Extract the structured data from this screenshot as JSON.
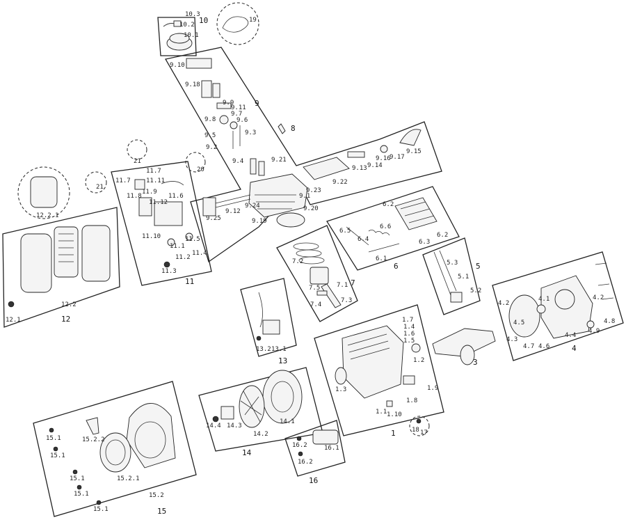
{
  "groups": [
    {
      "id": "1",
      "label": "1",
      "parts": [
        "1.1",
        "1.2",
        "1.3",
        "1.4",
        "1.5",
        "1.6",
        "1.7",
        "1.8",
        "1.9",
        "1.10"
      ]
    },
    {
      "id": "4",
      "label": "4",
      "parts": [
        "4.1",
        "4.2",
        "4.3",
        "4.4",
        "4.5",
        "4.6",
        "4.7",
        "4.8",
        "4.9"
      ]
    },
    {
      "id": "5",
      "label": "5",
      "parts": [
        "5.1",
        "5.2",
        "5.3"
      ]
    },
    {
      "id": "6",
      "label": "6",
      "parts": [
        "6.1",
        "6.2",
        "6.3",
        "6.4",
        "6.5",
        "6.6"
      ]
    },
    {
      "id": "7",
      "label": "7",
      "parts": [
        "7.1",
        "7.2",
        "7.3",
        "7.4",
        "7.5"
      ]
    },
    {
      "id": "9",
      "label": "9",
      "parts": [
        "9.1",
        "9.2",
        "9.3",
        "9.4",
        "9.5",
        "9.6",
        "9.7",
        "9.8",
        "9.9",
        "9.10",
        "9.11",
        "9.12",
        "9.13",
        "9.14",
        "9.15",
        "9.16",
        "9.17",
        "9.18",
        "9.19",
        "9.20",
        "9.21",
        "9.22",
        "9.23",
        "9.24",
        "9.25"
      ]
    },
    {
      "id": "10",
      "label": "10",
      "parts": [
        "10.1",
        "10.2",
        "10.3"
      ]
    },
    {
      "id": "11",
      "label": "11",
      "parts": [
        "11.1",
        "11.2",
        "11.3",
        "11.4",
        "11.5",
        "11.6",
        "11.7",
        "11.8",
        "11.9",
        "11.10",
        "11.11",
        "11.12"
      ]
    },
    {
      "id": "12",
      "label": "12",
      "parts": [
        "12.1",
        "12.2",
        "12.2.1"
      ]
    },
    {
      "id": "13",
      "label": "13",
      "parts": [
        "13.1",
        "13.2"
      ]
    },
    {
      "id": "14",
      "label": "14",
      "parts": [
        "14.1",
        "14.2",
        "14.3",
        "14.4"
      ]
    },
    {
      "id": "15",
      "label": "15",
      "parts": [
        "15.1",
        "15.2",
        "15.2.1",
        "15.2.2"
      ]
    },
    {
      "id": "16",
      "label": "16",
      "parts": [
        "16.1",
        "16.2"
      ]
    },
    {
      "id": "3",
      "label": "3",
      "parts": []
    },
    {
      "id": "8",
      "label": "8",
      "parts": []
    }
  ],
  "circled": [
    "17",
    "18",
    "19",
    "20",
    "21"
  ],
  "labels": {
    "g1": "1",
    "g3": "3",
    "g4": "4",
    "g5": "5",
    "g6": "6",
    "g7": "7",
    "g8": "8",
    "g9": "9",
    "g10": "10",
    "g11": "11",
    "g12": "12",
    "g13": "13",
    "g14": "14",
    "g15": "15",
    "g16": "16",
    "c17": "17",
    "c18": "18",
    "c19": "19",
    "c20": "20",
    "c21a": "21",
    "c21b": "21",
    "p10_1": "10.1",
    "p10_2": "10.2",
    "p10_3": "10.3",
    "p9_1": "9.1",
    "p9_2": "9.2",
    "p9_3": "9.3",
    "p9_4": "9.4",
    "p9_5": "9.5",
    "p9_6": "9.6",
    "p9_7": "9.7",
    "p9_8": "9.8",
    "p9_9": "9.9",
    "p9_10": "9.10",
    "p9_11": "9.11",
    "p9_12": "9.12",
    "p9_13": "9.13",
    "p9_14": "9.14",
    "p9_15": "9.15",
    "p9_16": "9.16",
    "p9_17": "9.17",
    "p9_18": "9.18",
    "p9_19": "9.19",
    "p9_20": "9.20",
    "p9_21": "9.21",
    "p9_22": "9.22",
    "p9_23": "9.23",
    "p9_24": "9.24",
    "p9_25": "9.25",
    "p11_1": "11.1",
    "p11_2": "11.2",
    "p11_3": "11.3",
    "p11_4": "11.4",
    "p11_5": "11.5",
    "p11_6": "11.6",
    "p11_7a": "11.7",
    "p11_7b": "11.7",
    "p11_8": "11.8",
    "p11_9": "11.9",
    "p11_10": "11.10",
    "p11_11": "11.11",
    "p11_12": "11.12",
    "p12_1": "12.1",
    "p12_2": "12.2",
    "p12_2_1": "12.2.1",
    "p6_1": "6.1",
    "p6_2a": "6.2",
    "p6_2b": "6.2",
    "p6_3": "6.3",
    "p6_4": "6.4",
    "p6_5": "6.5",
    "p6_6": "6.6",
    "p7_1": "7.1",
    "p7_2": "7.2",
    "p7_3": "7.3",
    "p7_4": "7.4",
    "p7_5": "7.5",
    "p5_1": "5.1",
    "p5_2": "5.2",
    "p5_3": "5.3",
    "p4_1": "4.1",
    "p4_2": "4.2",
    "p4_3": "4.3",
    "p4_4": "4.4",
    "p4_5": "4.5",
    "p4_6": "4.6",
    "p4_7": "4.7",
    "p4_8": "4.8",
    "p4_9": "4.9",
    "p13_1": "13.1",
    "p13_2": "13.2",
    "p1_1": "1.1",
    "p1_2": "1.2",
    "p1_3": "1.3",
    "p1_4": "1.4",
    "p1_5": "1.5",
    "p1_6": "1.6",
    "p1_7": "1.7",
    "p1_8": "1.8",
    "p1_9": "1.9",
    "p1_10": "1.10",
    "p14_1": "14.1",
    "p14_2": "14.2",
    "p14_3": "14.3",
    "p14_4": "14.4",
    "p15_1a": "15.1",
    "p15_1b": "15.1",
    "p15_1c": "15.1",
    "p15_1d": "15.1",
    "p15_1e": "15.1",
    "p15_2": "15.2",
    "p15_2_1": "15.2.1",
    "p15_2_2": "15.2.2",
    "p16_1": "16.1",
    "p16_2a": "16.2",
    "p16_2b": "16.2"
  }
}
